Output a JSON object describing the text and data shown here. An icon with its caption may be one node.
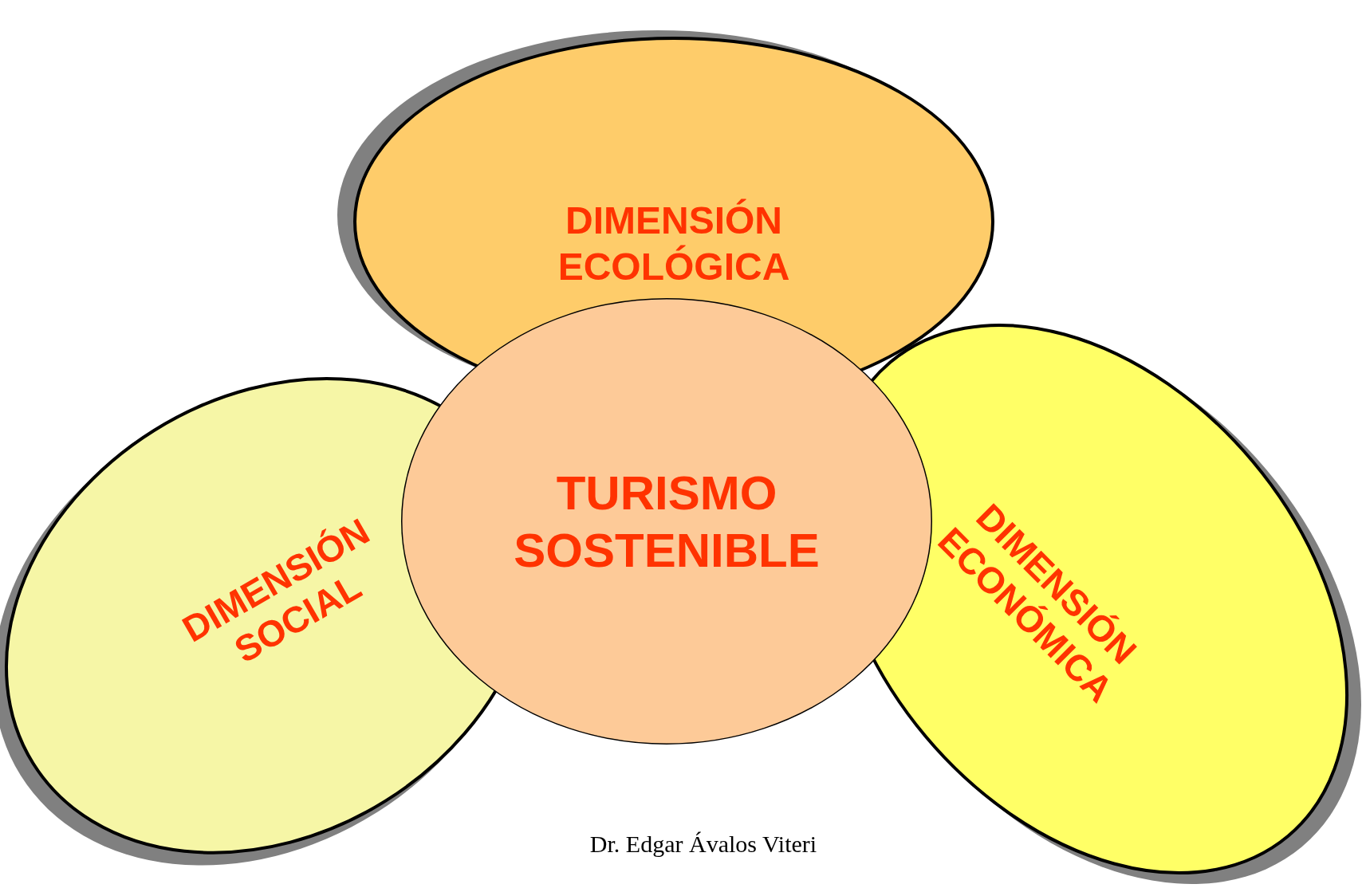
{
  "diagram": {
    "nodes": [
      {
        "text": [
          "DIMENSIÓN ECOLÓGICA"
        ]
      },
      {
        "text": [
          "DIMENSIÓN SOCIAL"
        ]
      },
      {
        "text": [
          "TURISMO SOSTENIBLE"
        ]
      },
      {
        "text": [
          "DIMENSIÓN ECONÓMICA"
        ]
      }
    ],
    "edges": [],
    "labels": [
      "Dr. Edgar Ávalos Viteri"
    ]
  }
}
